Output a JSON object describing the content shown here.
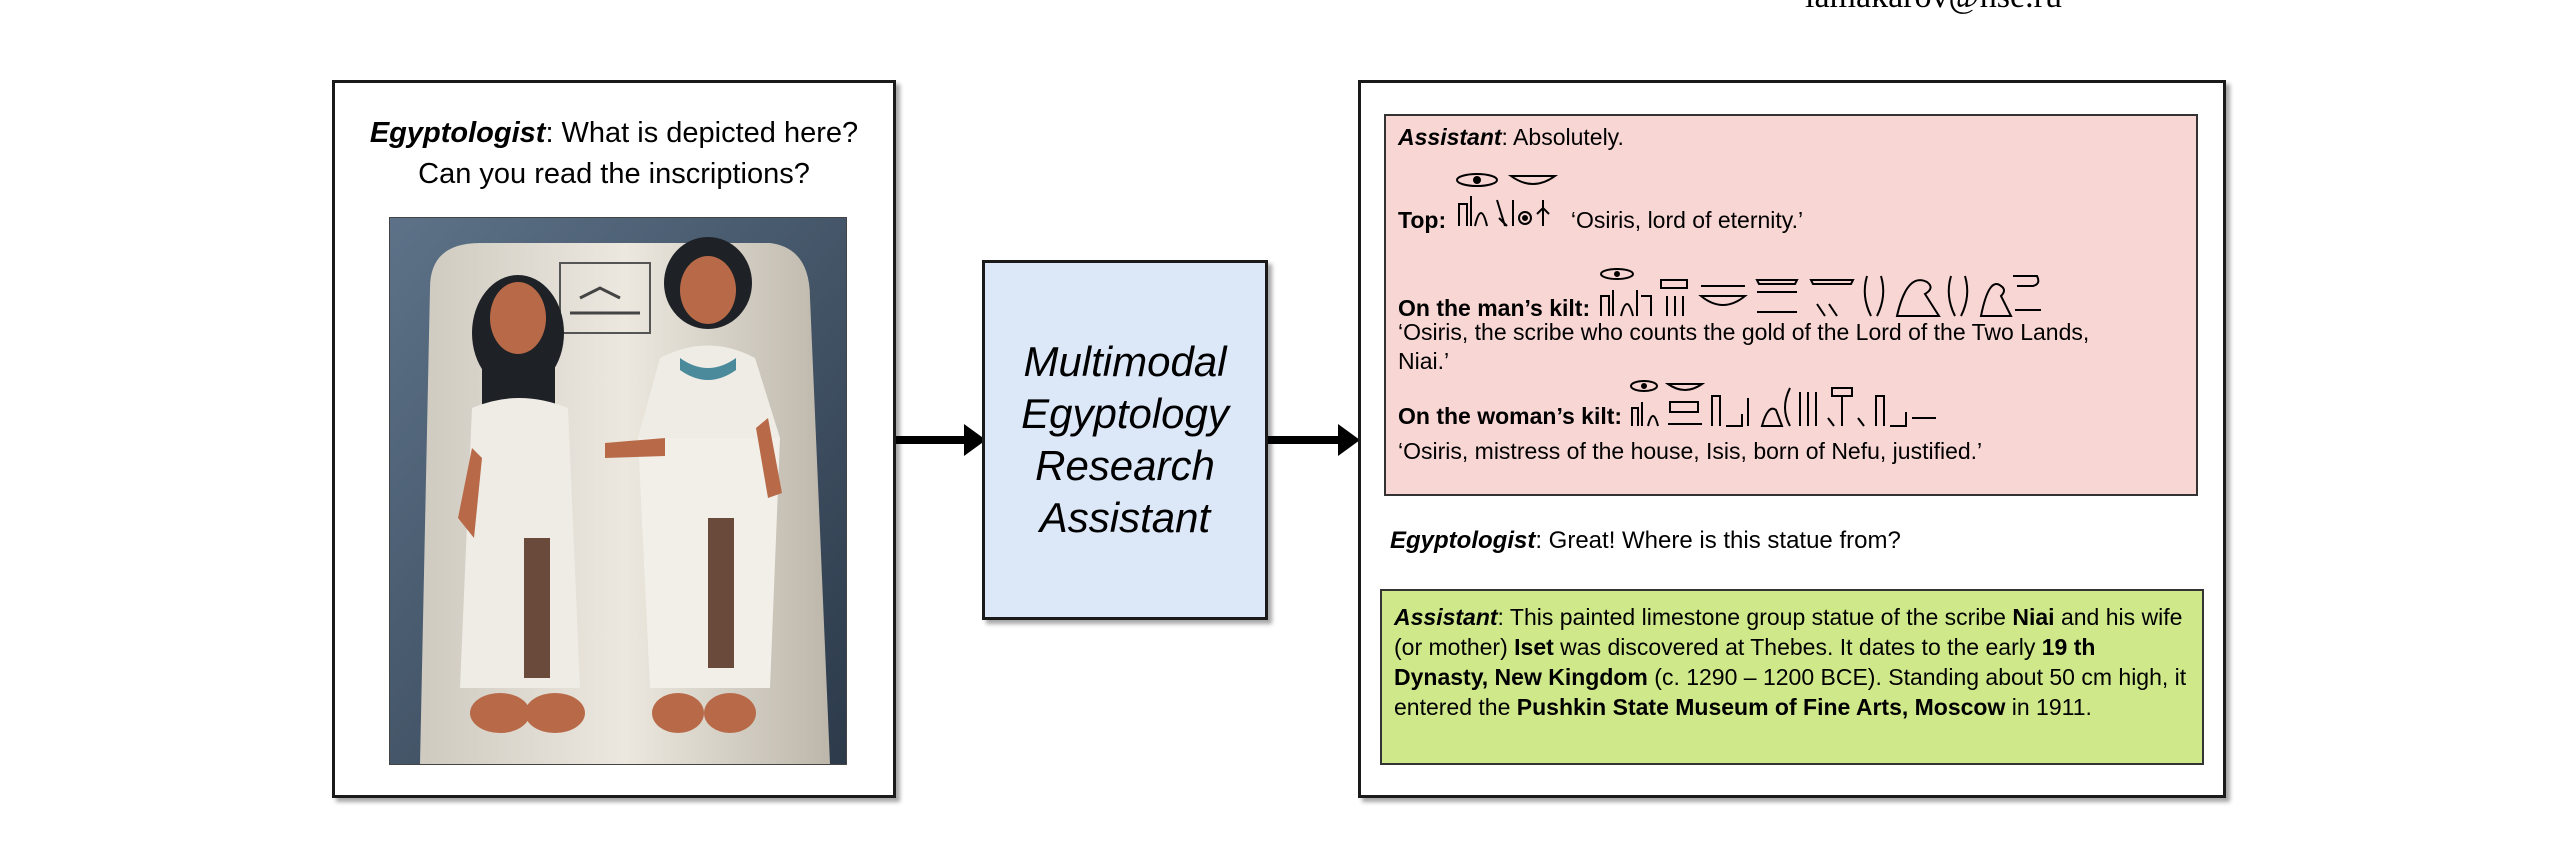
{
  "header": {
    "email": "lamakarov@hse.ru"
  },
  "left_panel": {
    "speaker": "Egyptologist",
    "question_line1": ": What is depicted here?",
    "question_line2": "Can you read the inscriptions?"
  },
  "center_box": {
    "line1": "Multimodal",
    "line2": "Egyptology",
    "line3": "Research",
    "line4": "Assistant"
  },
  "assistant_reply_1": {
    "speaker": "Assistant",
    "opening": ": Absolutely.",
    "top_label": "Top",
    "top_translation": "‘Osiris, lord of eternity.’",
    "man_label": "On the man’s kilt",
    "man_translation_line1": "‘Osiris, the scribe who counts the gold of the Lord of the Two Lands,",
    "man_translation_line2": "Niai.’",
    "woman_label": "On the woman’s kilt",
    "woman_translation": "‘Osiris, mistress of the house, Isis, born of Nefu, justified.’"
  },
  "egyptologist_followup": {
    "speaker": "Egyptologist",
    "text": ": Great! Where is this statue from?"
  },
  "assistant_reply_2": {
    "speaker": "Assistant",
    "t1": ": This painted limestone group statue of the scribe ",
    "b1": "Niai",
    "t2": " and his wife (or mother) ",
    "b2": "Iset",
    "t3": " was discovered at Thebes. It dates to the early ",
    "b3": "19 th Dynasty, New Kingdom",
    "t4": " (c. 1290 – 1200 BCE). Standing about 50 cm high, it entered the ",
    "b4": "Pushkin State Museum of Fine Arts, Moscow",
    "t5": " in 1911."
  },
  "colors": {
    "center_box": "#dce8f8",
    "reply_1_bg": "#f8d6d4",
    "reply_2_bg": "#cfe88a"
  }
}
